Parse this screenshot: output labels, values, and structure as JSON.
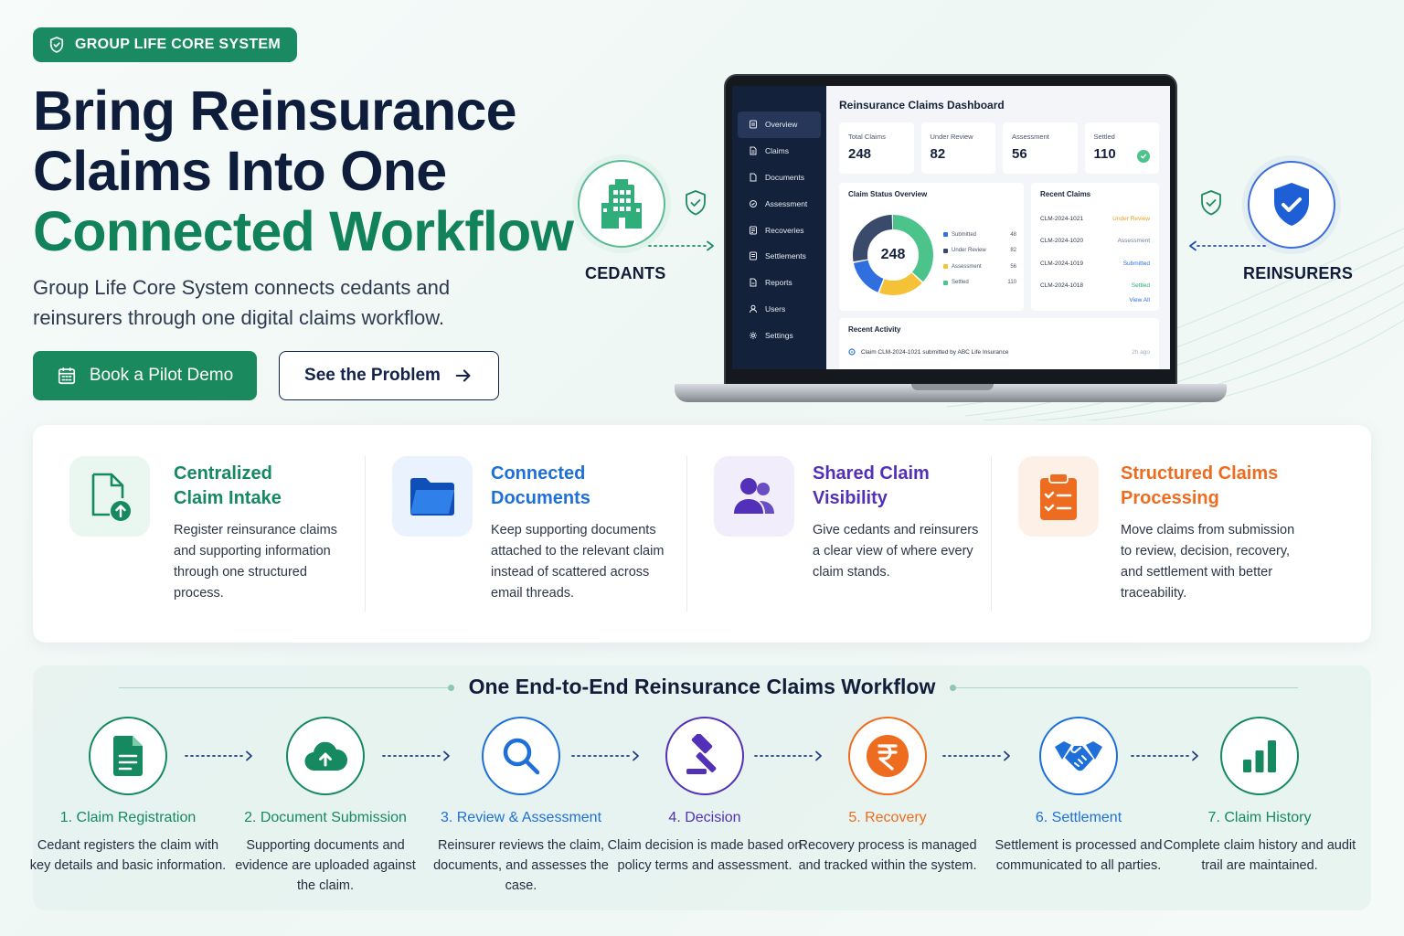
{
  "hero": {
    "badge": "GROUP LIFE CORE SYSTEM",
    "headline_line1": "Bring Reinsurance",
    "headline_line2": "Claims Into One",
    "headline_line3": "Connected Workflow",
    "subtitle": "Group Life Core System connects cedants and reinsurers through one digital claims workflow.",
    "primary_button": "Book a Pilot Demo",
    "secondary_button": "See the Problem"
  },
  "nodes": {
    "cedants": "CEDANTS",
    "reinsurers": "REINSURERS"
  },
  "dashboard": {
    "title": "Reinsurance Claims Dashboard",
    "nav": [
      {
        "label": "Overview",
        "icon": "overview-icon"
      },
      {
        "label": "Claims",
        "icon": "claims-icon"
      },
      {
        "label": "Documents",
        "icon": "documents-icon"
      },
      {
        "label": "Assessment",
        "icon": "assessment-icon"
      },
      {
        "label": "Recoveries",
        "icon": "recoveries-icon"
      },
      {
        "label": "Settlements",
        "icon": "settlements-icon"
      },
      {
        "label": "Reports",
        "icon": "reports-icon"
      },
      {
        "label": "Users",
        "icon": "users-icon"
      },
      {
        "label": "Settings",
        "icon": "settings-icon"
      }
    ],
    "stats": [
      {
        "label": "Total Claims",
        "value": "248"
      },
      {
        "label": "Under Review",
        "value": "82"
      },
      {
        "label": "Assessment",
        "value": "56"
      },
      {
        "label": "Settled",
        "value": "110"
      }
    ],
    "status_overview": {
      "title": "Claim Status Overview",
      "total": "248",
      "legend": [
        {
          "label": "Submitted",
          "value": "48",
          "color": "#2f6fe0"
        },
        {
          "label": "Under Review",
          "value": "82",
          "color": "#3a4a6b"
        },
        {
          "label": "Assessment",
          "value": "56",
          "color": "#f5c237"
        },
        {
          "label": "Settled",
          "value": "110",
          "color": "#4cc38a"
        }
      ]
    },
    "recent_claims": {
      "title": "Recent Claims",
      "rows": [
        {
          "id": "CLM-2024-1021",
          "status": "Under Review",
          "color": "#e8a11d"
        },
        {
          "id": "CLM-2024-1020",
          "status": "Assessment",
          "color": "#718096"
        },
        {
          "id": "CLM-2024-1019",
          "status": "Submitted",
          "color": "#2f6fe0"
        },
        {
          "id": "CLM-2024-1018",
          "status": "Settled",
          "color": "#2fa872"
        }
      ],
      "view_all": "View All"
    },
    "activity": {
      "title": "Recent Activity",
      "text": "Claim CLM-2024-1021 submitted by ABC Life Insurance",
      "ago": "2h ago"
    }
  },
  "features": [
    {
      "title_l1": "Centralized",
      "title_l2": "Claim Intake",
      "text": "Register reinsurance claims and supporting information through one structured process.",
      "color": "#15895f",
      "icon": "file-upload-icon"
    },
    {
      "title_l1": "Connected",
      "title_l2": "Documents",
      "text": "Keep supporting documents attached to the relevant claim instead of scattered across email threads.",
      "color": "#1f6fd8",
      "icon": "folder-icon"
    },
    {
      "title_l1": "Shared Claim",
      "title_l2": "Visibility",
      "text": "Give cedants and reinsurers a clear view of where every claim stands.",
      "color": "#5330b8",
      "icon": "users-group-icon"
    },
    {
      "title_l1": "Structured Claims",
      "title_l2": "Processing",
      "text": "Move claims from submission to review, decision, recovery, and settlement with better traceability.",
      "color": "#ee6c1f",
      "icon": "clipboard-check-icon"
    }
  ],
  "workflow": {
    "title": "One End-to-End Reinsurance Claims Workflow",
    "steps": [
      {
        "title": "1. Claim Registration",
        "text": "Cedant registers the claim with key details and basic information.",
        "color": "#15895f",
        "icon": "document-icon"
      },
      {
        "title": "2. Document Submission",
        "text": "Supporting documents and evidence are uploaded against the claim.",
        "color": "#15895f",
        "icon": "cloud-upload-icon"
      },
      {
        "title": "3. Review & Assessment",
        "text": "Reinsurer reviews the claim, documents, and assesses the case.",
        "color": "#1f6fd8",
        "icon": "magnifier-icon"
      },
      {
        "title": "4. Decision",
        "text": "Claim decision is made based on policy terms and assessment.",
        "color": "#5330b8",
        "icon": "gavel-icon"
      },
      {
        "title": "5. Recovery",
        "text": "Recovery process is managed and tracked within the system.",
        "color": "#ee6c1f",
        "icon": "rupee-icon"
      },
      {
        "title": "6. Settlement",
        "text": "Settlement is processed and communicated to all parties.",
        "color": "#1f6fd8",
        "icon": "handshake-icon"
      },
      {
        "title": "7. Claim History",
        "text": "Complete claim history and audit trail are maintained.",
        "color": "#15895f",
        "icon": "bar-chart-icon"
      }
    ]
  }
}
